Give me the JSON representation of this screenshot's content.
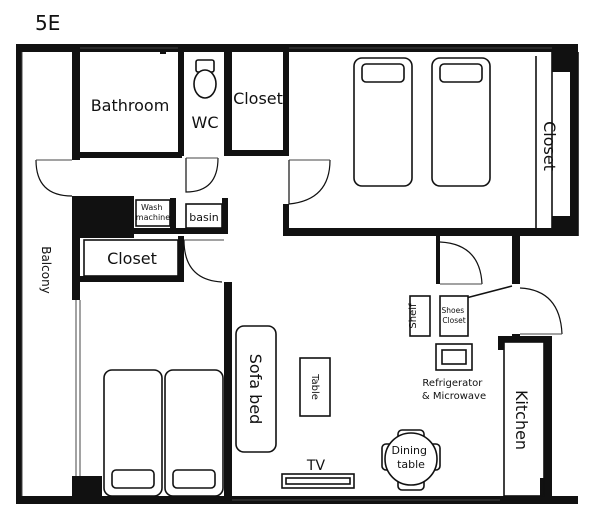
{
  "unit_label": "5E",
  "rooms": {
    "bathroom": "Bathroom",
    "wc": "WC",
    "closet_top": "Closet",
    "closet_right": "Closet",
    "closet_left": "Closet",
    "wash_machine": "Wash\nmachine",
    "basin": "basin",
    "balcony": "Balcony",
    "sofa_bed": "Sofa bed",
    "table": "Table",
    "shelf": "Shelf",
    "shoes_closet": "Shoes\nCloset",
    "refrigerator": "Refrigerator\n& Microwave",
    "kitchen": "Kitchen",
    "dining_table": "Dining\ntable",
    "tv": "TV"
  }
}
